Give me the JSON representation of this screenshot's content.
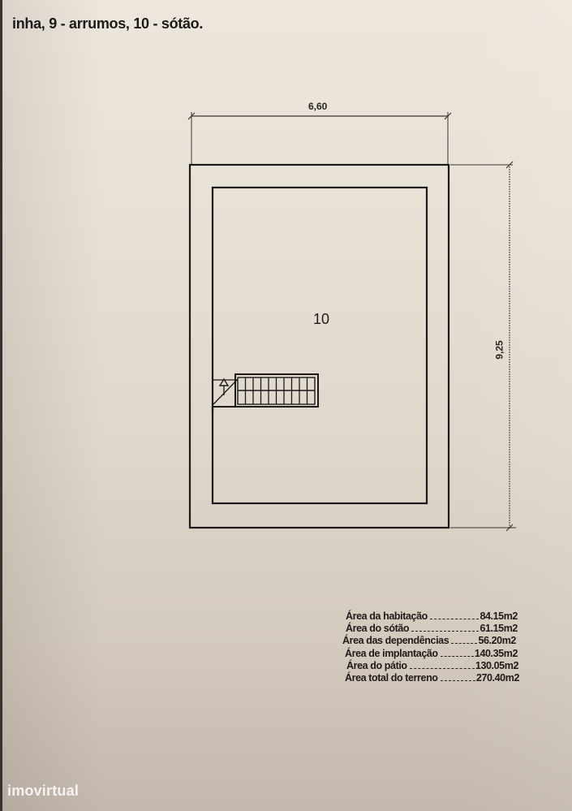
{
  "document": {
    "heading": "inha, 9 - arrumos, 10 - sótão.",
    "plan": {
      "width_dimension": "6,60",
      "height_dimension": "9,25",
      "room_label": "10",
      "stair": {
        "tread_count": 10,
        "direction_arrow": "up-arrow"
      }
    },
    "areas": [
      {
        "label": "Área da habitação",
        "value": "84.15m2"
      },
      {
        "label": "Área do sótão",
        "value": "61.15m2"
      },
      {
        "label": "Área das dependências",
        "value": "56.20m2"
      },
      {
        "label": "Área de implantação",
        "value": "140.35m2"
      },
      {
        "label": "Área do pátio",
        "value": "130.05m2"
      },
      {
        "label": "Área total do terreno",
        "value": "270.40m2"
      }
    ],
    "watermark": "imovirtual"
  },
  "colors": {
    "ink": "#1c1a1a",
    "paper": "#e8e1d6",
    "watermark": "#ffffff"
  }
}
